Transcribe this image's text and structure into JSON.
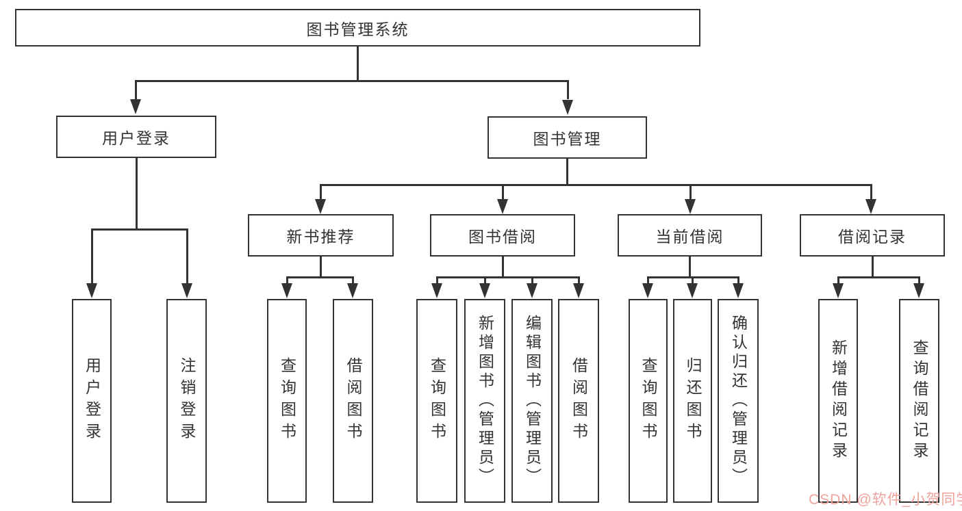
{
  "diagram": {
    "root": {
      "label": "图书管理系统"
    },
    "level2": [
      {
        "label": "用户登录"
      },
      {
        "label": "图书管理"
      }
    ],
    "level3": [
      {
        "label": "新书推荐"
      },
      {
        "label": "图书借阅"
      },
      {
        "label": "当前借阅"
      },
      {
        "label": "借阅记录"
      }
    ],
    "leaves": {
      "user_login": [
        {
          "label": "用户登录"
        },
        {
          "label": "注销登录"
        }
      ],
      "new_books": [
        {
          "label": "查询图书"
        },
        {
          "label": "借阅图书"
        }
      ],
      "book_borrow": [
        {
          "label": "查询图书"
        },
        {
          "label": "新增图书（管理员）"
        },
        {
          "label": "编辑图书（管理员）"
        },
        {
          "label": "借阅图书"
        }
      ],
      "current_borrow": [
        {
          "label": "查询图书"
        },
        {
          "label": "归还图书"
        },
        {
          "label": "确认归还（管理员）"
        }
      ],
      "borrow_records": [
        {
          "label": "新增借阅记录"
        },
        {
          "label": "查询借阅记录"
        }
      ]
    }
  },
  "watermark": {
    "text": "CSDN @软件_小贺同学",
    "color": "#efa39c"
  },
  "colors": {
    "line": "#333333",
    "box_background": "#ffffff"
  }
}
